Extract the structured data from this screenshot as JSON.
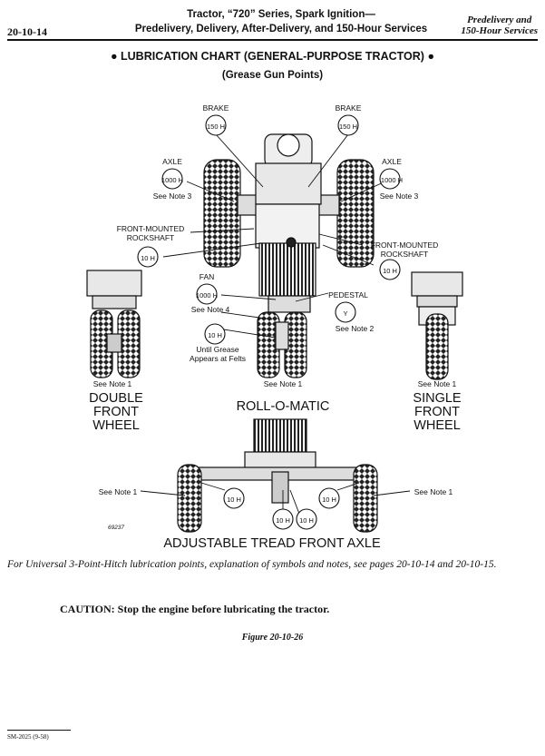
{
  "header": {
    "page_number": "20-10-14",
    "title_line1": "Tractor, “720” Series, Spark Ignition—",
    "title_line2": "Predelivery, Delivery, After-Delivery, and 150-Hour Services",
    "section_line1": "Predelivery and",
    "section_line2": "150-Hour Services"
  },
  "chart": {
    "title": "●  LUBRICATION CHART (GENERAL-PURPOSE TRACTOR)  ●",
    "subtitle": "(Grease Gun Points)",
    "labels": {
      "brake_left": "BRAKE",
      "brake_left_interval": "150 H",
      "brake_right": "BRAKE",
      "brake_right_interval": "150 H",
      "axle_left": "AXLE",
      "axle_left_interval": "1000 H",
      "axle_left_note": "See Note 3",
      "axle_right": "AXLE",
      "axle_right_interval": "1000 H",
      "axle_right_note": "See Note 3",
      "rockshaft_left_1": "FRONT-MOUNTED",
      "rockshaft_left_2": "ROCKSHAFT",
      "rockshaft_left_interval": "10 H",
      "rockshaft_right_1": "FRONT-MOUNTED",
      "rockshaft_right_2": "ROCKSHAFT",
      "rockshaft_right_interval": "10 H",
      "fan": "FAN",
      "fan_interval": "1000 H",
      "fan_note": "See Note 4",
      "pedestal": "PEDESTAL",
      "pedestal_interval": "Y",
      "pedestal_note": "See Note 2",
      "felts_interval": "10 H",
      "felts_note_1": "Until Grease",
      "felts_note_2": "Appears at Felts",
      "double_note": "See Note 1",
      "double_1": "DOUBLE",
      "double_2": "FRONT",
      "double_3": "WHEEL",
      "rollomatic_note": "See Note 1",
      "rollomatic": "ROLL-O-MATIC",
      "single_note": "See Note 1",
      "single_1": "SINGLE",
      "single_2": "FRONT",
      "single_3": "WHEEL",
      "axle_note_left": "See Note 1",
      "axle_note_right": "See Note 1",
      "axle_interval_1": "10 H",
      "axle_interval_2": "10 H",
      "axle_interval_3": "10 H",
      "axle_interval_4": "10 H",
      "figure_code": "69237",
      "adjustable": "ADJUSTABLE TREAD FRONT AXLE"
    }
  },
  "body": {
    "reference_note": "For Universal 3-Point-Hitch lubrication points, explanation of symbols and notes, see pages 20-10-14 and 20-10-15.",
    "caution": "CAUTION:   Stop the engine before lubricating the tractor.",
    "figure_caption": "Figure 20-10-26"
  },
  "footer": {
    "code": "SM-2025 (9-58)"
  }
}
